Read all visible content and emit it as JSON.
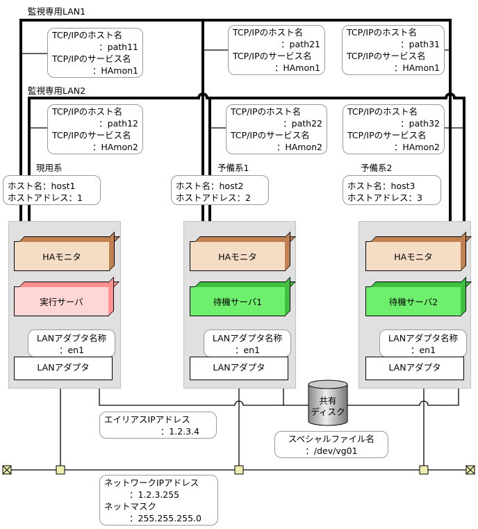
{
  "lan1_label": "監視専用LAN1",
  "lan2_label": "監視専用LAN2",
  "tcp": {
    "host_label": "TCP/IPのホスト名",
    "service_label": "TCP/IPのサービス名",
    "path11": "：path11",
    "path12": "：path12",
    "path21": "：path21",
    "path22": "：path22",
    "path31": "：path31",
    "path32": "：path32",
    "hamon1": "：HAmon1",
    "hamon2": "：HAmon2"
  },
  "systems": [
    {
      "role": "現用系",
      "host_name": "ホスト名：host1",
      "host_address": "ホストアドレス：1",
      "ha": "HAモニタ",
      "server": "実行サーバ",
      "server_color": "#ffd6d6",
      "server_side": "#ff9090",
      "adapter_name_label": "LANアダプタ名称",
      "adapter_name": "：en1",
      "adapter": "LANアダプタ"
    },
    {
      "role": "予備系1",
      "host_name": "ホスト名：host2",
      "host_address": "ホストアドレス：2",
      "ha": "HAモニタ",
      "server": "待機サーバ1",
      "server_color": "#6ef06e",
      "server_side": "#40c040",
      "adapter_name_label": "LANアダプタ名称",
      "adapter_name": "：en1",
      "adapter": "LANアダプタ"
    },
    {
      "role": "予備系2",
      "host_name": "ホスト名：host3",
      "host_address": "ホストアドレス：3",
      "ha": "HAモニタ",
      "server": "待機サーバ2",
      "server_color": "#6ef06e",
      "server_side": "#40c040",
      "adapter_name_label": "LANアダプタ名称",
      "adapter_name": "：en1",
      "adapter": "LANアダプタ"
    }
  ],
  "ha_color": "#f5dcc4",
  "ha_side": "#c08050",
  "disk": {
    "line1": "共有",
    "line2": "ディスク"
  },
  "alias": {
    "label": "エイリアスIPアドレス",
    "value": "：1.2.3.4"
  },
  "special_file": {
    "label": "スペシャルファイル名",
    "value": "：/dev/vg01"
  },
  "network": {
    "ip_label": "ネットワークIPアドレス",
    "ip_value": "：1.2.3.255",
    "mask_label": "ネットマスク",
    "mask_value": "：255.255.255.0"
  }
}
